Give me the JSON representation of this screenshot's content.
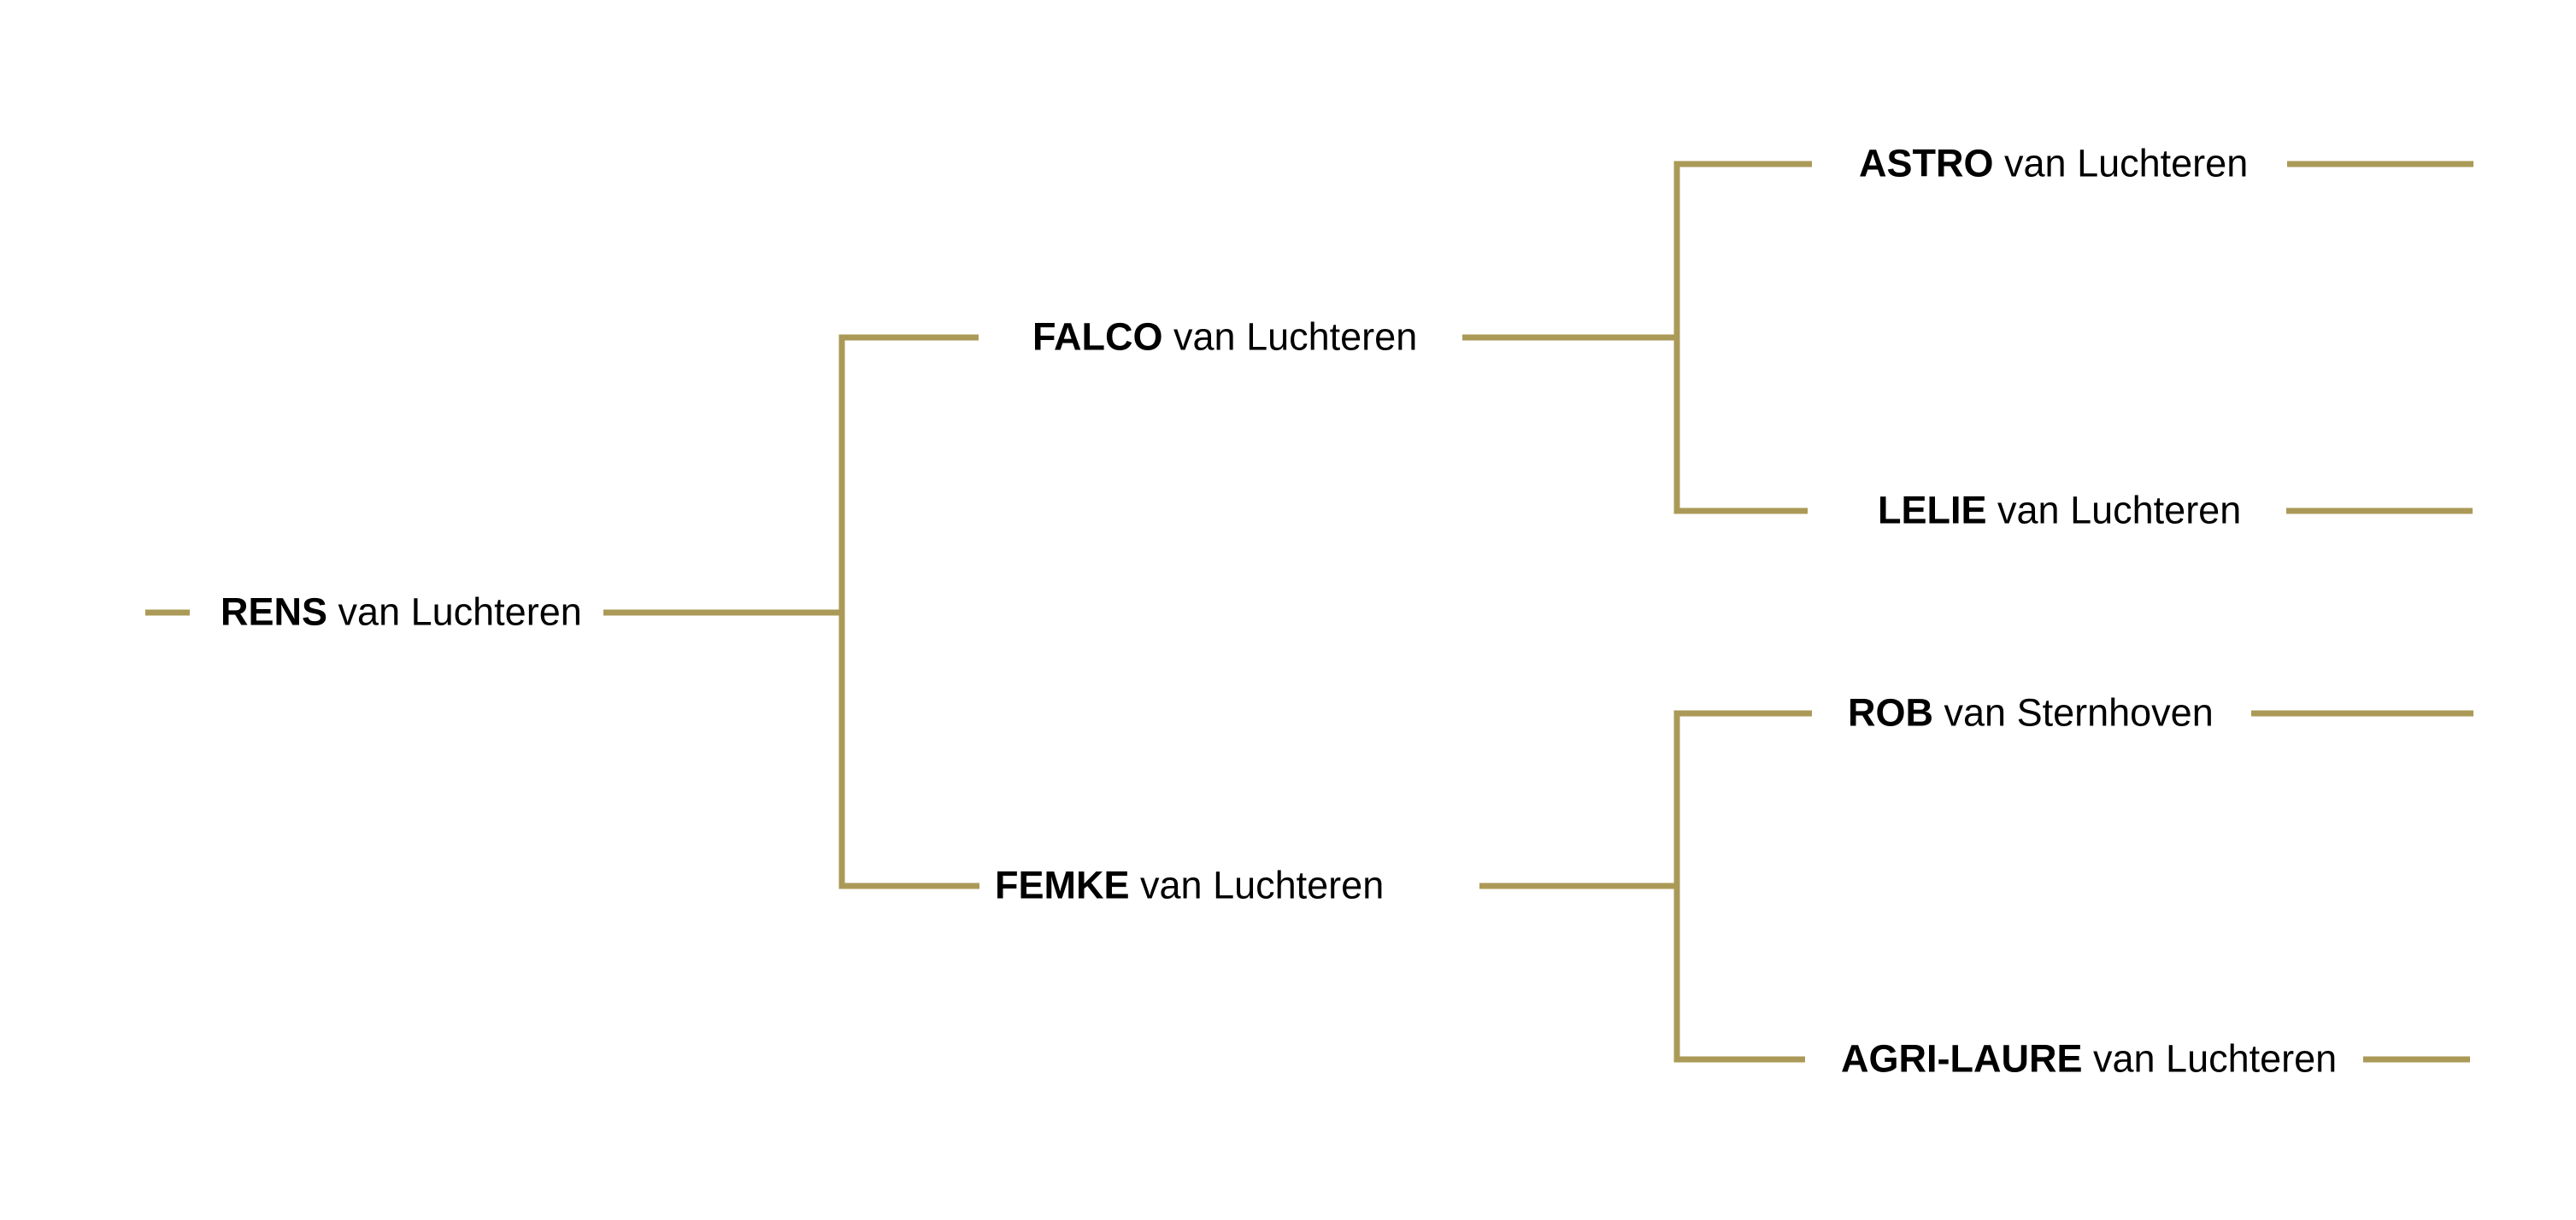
{
  "diagram": {
    "type": "pedigree-tree",
    "generations": 3,
    "subject": {
      "name": "RENS",
      "suffix": "van Luchteren"
    },
    "parents": [
      {
        "name": "FALCO",
        "suffix": "van Luchteren",
        "parents": [
          {
            "name": "ASTRO",
            "suffix": "van Luchteren"
          },
          {
            "name": "LELIE",
            "suffix": "van Luchteren"
          }
        ]
      },
      {
        "name": "FEMKE",
        "suffix": "van Luchteren",
        "parents": [
          {
            "name": "ROB",
            "suffix": "van Sternhoven"
          },
          {
            "name": "AGRI-LAURE",
            "suffix": "van Luchteren"
          }
        ]
      }
    ]
  },
  "colors": {
    "line": "#ab9a57",
    "text": "#000000",
    "background": "#ffffff"
  }
}
